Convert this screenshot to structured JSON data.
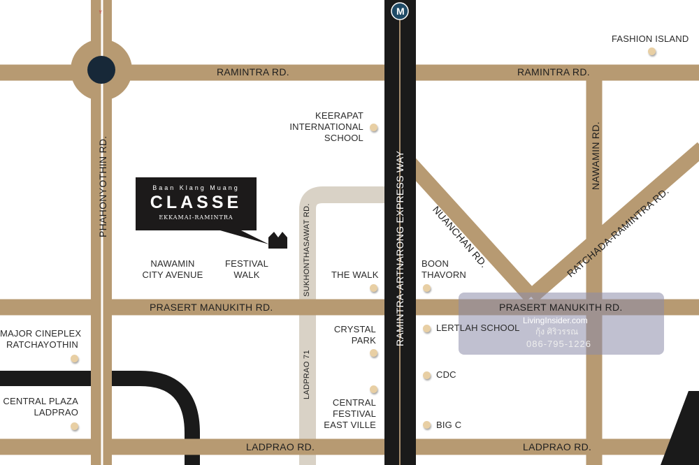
{
  "map": {
    "roads": {
      "ramintra_left": "RAMINTRA RD.",
      "ramintra_right": "RAMINTRA RD.",
      "phahonyothin": "PHAHONYOTHIN RD.",
      "prasert_left": "PRASERT MANUKITH RD.",
      "prasert_right": "PRASERT MANUKITH RD.",
      "ladprao_left": "LADPRAO RD.",
      "ladprao_right": "LADPRAO RD.",
      "sukhonthasawat": "SUKHONTHASAWAT RD.",
      "ladprao71": "LADPRAO 71",
      "expressway": "RAMINTRA-ARTNARONG EXPRESS WAY",
      "nawamin": "NAWAMIN RD.",
      "nuanchan": "NUANCHAN RD.",
      "ratchada": "RATCHADA-RAMINTRA RD."
    },
    "places": {
      "fashion_island": "FASHION ISLAND",
      "keerapat": [
        "KEERAPAT",
        "INTERNATIONAL",
        "SCHOOL"
      ],
      "nawamin_city": [
        "NAWAMIN",
        "CITY AVENUE"
      ],
      "festival_walk": [
        "FESTIVAL",
        "WALK"
      ],
      "the_walk": "THE WALK",
      "boon_thavorn": [
        "BOON",
        "THAVORN"
      ],
      "major": [
        "MAJOR CINEPLEX",
        "RATCHAYOTHIN"
      ],
      "crystal_park": [
        "CRYSTAL",
        "PARK"
      ],
      "lertlah": "LERTLAH SCHOOL",
      "cdc": "CDC",
      "central_plaza": [
        "CENTRAL PLAZA",
        "LADPRAO"
      ],
      "central_festival": [
        "CENTRAL",
        "FESTIVAL",
        "EAST VILLE"
      ],
      "big_c": "BIG C"
    },
    "project": {
      "line1": "Baan Klang Muang",
      "line2": "CLASSE",
      "line3": "EKKAMAI-RAMINTRA"
    },
    "metro_label": "M",
    "watermark": {
      "brand": "LivingInsider.com",
      "name": "กุ้ง ศิริวรรณ",
      "phone": "086-795-1226"
    },
    "colors": {
      "road": "#b79a72",
      "expressway": "#1a1a1a",
      "local_road": "#d9d2c6",
      "roundabout": "#172838"
    }
  }
}
